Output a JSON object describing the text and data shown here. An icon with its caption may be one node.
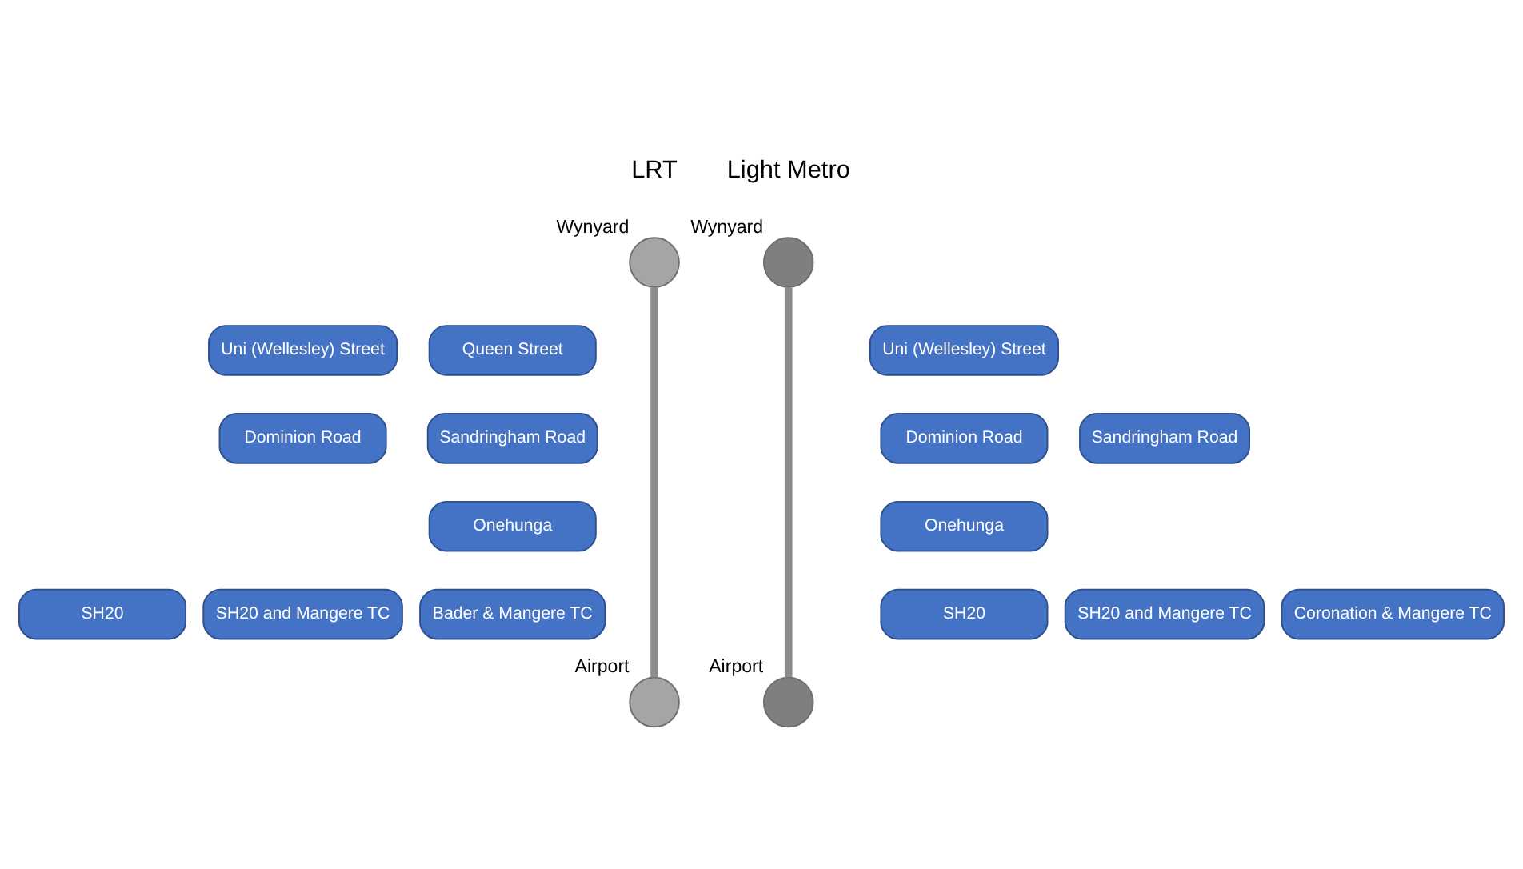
{
  "diagram": {
    "nodes": [
      {
        "text": [],
        "shape": "circle",
        "beside": [
          "Wynyard"
        ]
      },
      {
        "text": [],
        "shape": "circle",
        "beside": [
          "Airport"
        ]
      },
      {
        "text": [
          "Uni (Wellesley) Street"
        ]
      },
      {
        "text": [
          "Queen Street"
        ]
      },
      {
        "text": [
          "Dominion Road"
        ]
      },
      {
        "text": [
          "Sandringham Road"
        ]
      },
      {
        "text": [
          "Onehunga"
        ]
      },
      {
        "text": [
          "SH20"
        ]
      },
      {
        "text": [
          "SH20 and Mangere TC"
        ]
      },
      {
        "text": [
          "Bader & Mangere TC"
        ]
      },
      {
        "text": [],
        "shape": "circle",
        "beside": [
          "Wynyard"
        ]
      },
      {
        "text": [],
        "shape": "circle",
        "beside": [
          "Airport"
        ]
      },
      {
        "text": [
          "Uni (Wellesley) Street"
        ]
      },
      {
        "text": [
          "Dominion Road"
        ]
      },
      {
        "text": [
          "Sandringham Road"
        ]
      },
      {
        "text": [
          "Onehunga"
        ]
      },
      {
        "text": [
          "SH20"
        ]
      },
      {
        "text": [
          "SH20 and Mangere TC"
        ]
      },
      {
        "text": [
          "Coronation & Mangere TC"
        ]
      }
    ],
    "edges": [
      {
        "from": 0,
        "to": 1,
        "arrow": "none"
      },
      {
        "from": 10,
        "to": 11,
        "arrow": "none"
      }
    ],
    "labels": [
      "LRT",
      "Light Metro"
    ]
  }
}
